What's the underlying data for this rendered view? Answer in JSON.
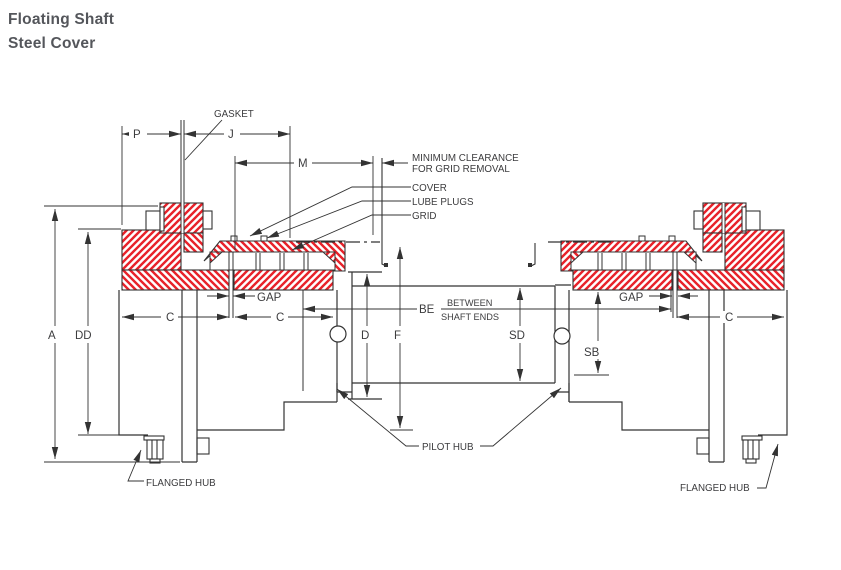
{
  "title": {
    "line1": "Floating Shaft",
    "line2": "Steel Cover"
  },
  "colors": {
    "hatch_red": "#e8222a",
    "line_dark": "#333333",
    "title_gray": "#54565b"
  },
  "dims": {
    "p": "P",
    "j": "J",
    "m": "M",
    "c_left_outer": "C",
    "c_left_inner": "C",
    "c_right": "C",
    "a": "A",
    "dd": "DD",
    "d": "D",
    "f": "F",
    "sd": "SD",
    "sb": "SB",
    "be": "BE",
    "be_over": "BETWEEN",
    "be_under": "SHAFT ENDS",
    "gap_left": "GAP",
    "gap_right": "GAP"
  },
  "callouts": {
    "gasket": "GASKET",
    "min_clearance_line1": "MINIMUM CLEARANCE",
    "min_clearance_line2": "FOR GRID REMOVAL",
    "cover": "COVER",
    "lube_plugs": "LUBE PLUGS",
    "grid": "GRID",
    "pilot_hub": "PILOT HUB",
    "flanged_hub_left": "FLANGED HUB",
    "flanged_hub_right": "FLANGED HUB"
  }
}
